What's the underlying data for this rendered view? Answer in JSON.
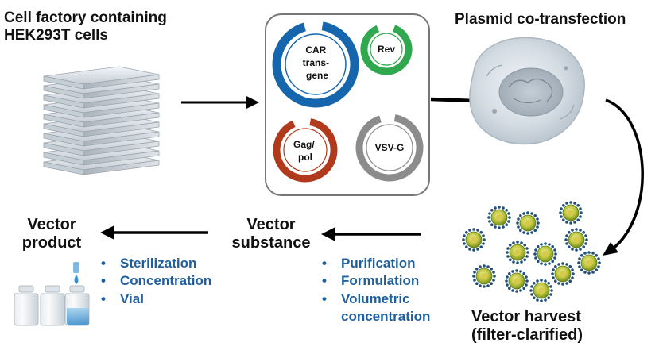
{
  "cell_factory": {
    "line1": "Cell factory containing",
    "line2": "HEK293T cells"
  },
  "plasmid_cotransfection": "Plasmid co-transfection",
  "plasmids": {
    "car": [
      "CAR",
      "trans-",
      "gene"
    ],
    "rev": "Rev",
    "gagpol": [
      "Gag/",
      "pol"
    ],
    "vsvg": "VSV-G"
  },
  "vector_harvest": {
    "line1": "Vector harvest",
    "line2": "(filter-clarified)"
  },
  "vector_substance": {
    "line1": "Vector",
    "line2": "substance"
  },
  "vector_product": {
    "line1": "Vector",
    "line2": "product"
  },
  "substance_steps": [
    "Purification",
    "Formulation",
    "Volumetric concentration"
  ],
  "product_steps": [
    "Sterilization",
    "Concentration",
    "Vial"
  ],
  "colors": {
    "car_ring": "#1666ad",
    "rev_ring": "#2fa84f",
    "gagpol_ring": "#b23a1c",
    "vsvg_ring": "#8c8c8c",
    "step_text": "#1f5f9e",
    "arrow": "#000000"
  }
}
